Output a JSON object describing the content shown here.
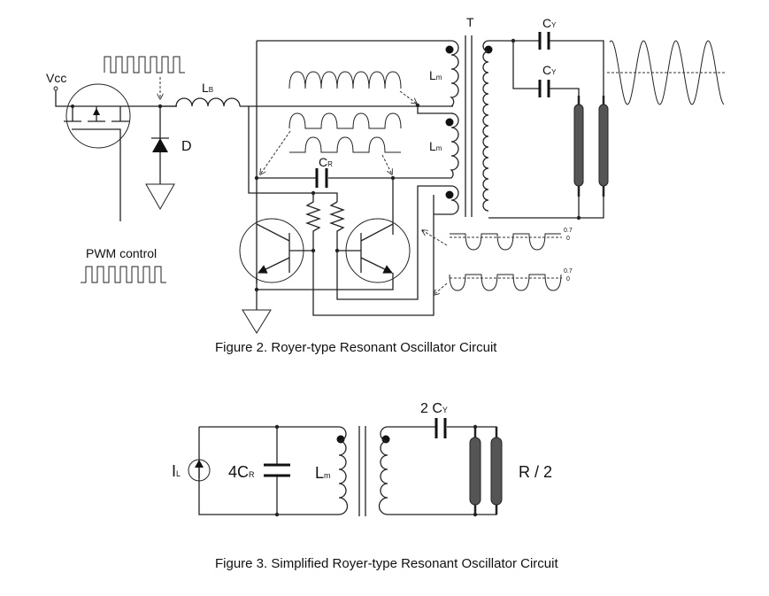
{
  "figure2": {
    "caption": "Figure 2. Royer-type Resonant Oscillator Circuit",
    "labels": {
      "vcc": "Vcc",
      "lb_main": "L",
      "lb_sub": "B",
      "diode": "D",
      "transformer": "T",
      "lm1_main": "L",
      "lm1_sub": "m",
      "lm2_main": "L",
      "lm2_sub": "m",
      "cr_main": "C",
      "cr_sub": "R",
      "cy1_main": "C",
      "cy1_sub": "Y",
      "cy2_main": "C",
      "cy2_sub": "Y",
      "pwm": "PWM control",
      "wave1_high": "0.7",
      "wave1_zero": "0",
      "wave2_high": "0.7",
      "wave2_zero": "0"
    }
  },
  "figure3": {
    "caption": "Figure 3. Simplified Royer-type Resonant Oscillator Circuit",
    "labels": {
      "il_main": "I",
      "il_sub": "L",
      "cr_main": "4C",
      "cr_sub": "R",
      "lm_main": "L",
      "lm_sub": "m",
      "cy_main": "2 C",
      "cy_sub": "Y",
      "load": "R / 2"
    }
  }
}
